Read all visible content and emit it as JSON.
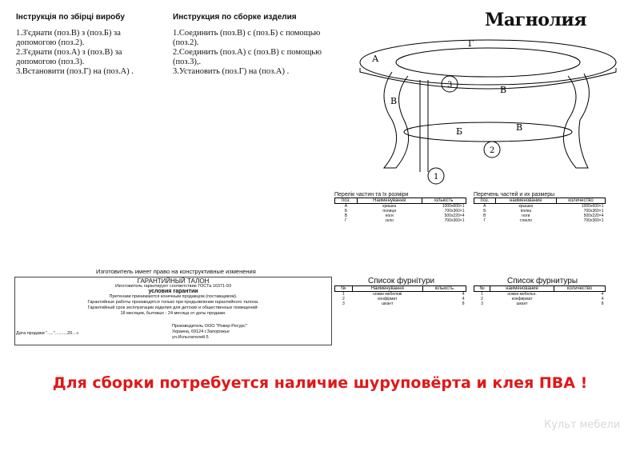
{
  "ua": {
    "heading": "Інструкція по збірці виробу",
    "steps": [
      "1.З'єднати (поз.В) з (поз.Б) за допомогою (поз.2).",
      "2.З'єднати (поз.А) з (поз.В) за допомогою (поз.3).",
      "3.Встановити (поз.Г) на (поз.А) ."
    ]
  },
  "ru": {
    "heading": "Инструкция по сборке изделия",
    "steps": [
      "1.Соединить (поз.В) с (поз.Б) с помощью (поз.2).",
      "2.Соединить (поз.А) с (поз.В) с помощью (поз.3),.",
      "3.Установить (поз.Г) на (поз.А) ."
    ]
  },
  "product_title": "Магнолия",
  "diagram_labels": {
    "a": "А",
    "g": "Г",
    "b": "Б",
    "v1": "В",
    "v2": "В",
    "v3": "В",
    "n1": "1",
    "n2": "2",
    "n3": "3"
  },
  "parts_ua": {
    "caption": "Перелік частин та їх розміри",
    "headers": [
      "поз.",
      "Найменування",
      "кількість"
    ],
    "rows": [
      [
        "А",
        "кришка",
        "1000x600×1"
      ],
      [
        "Б",
        "полиця",
        "700x360×1"
      ],
      [
        "В",
        "ноги",
        "500x220×4"
      ],
      [
        "Г",
        "скло",
        "700x360×1"
      ]
    ]
  },
  "parts_ru": {
    "caption": "Перечень частей и их размеры",
    "headers": [
      "поз.",
      "наименование",
      "количество"
    ],
    "rows": [
      [
        "А",
        "крышка",
        "1000x600×1"
      ],
      [
        "Б",
        "полка",
        "700x360×1"
      ],
      [
        "В",
        "ноги",
        "500x220×4"
      ],
      [
        "Г",
        "стекло",
        "700x360×1"
      ]
    ]
  },
  "fit_ua": {
    "caption": "Список фурнітури",
    "headers": [
      "№",
      "Найменування",
      "кількість"
    ],
    "rows": [
      [
        "1",
        "ножки мебелеві",
        "4"
      ],
      [
        "2",
        "конфірмат",
        "4"
      ],
      [
        "3",
        "шкант",
        "8"
      ]
    ]
  },
  "fit_ru": {
    "caption": "Список фурнитуры",
    "headers": [
      "№",
      "наименование",
      "количество"
    ],
    "rows": [
      [
        "1",
        "ножки мебельн.",
        "4"
      ],
      [
        "2",
        "конфирмат",
        "4"
      ],
      [
        "3",
        "шкант",
        "8"
      ]
    ]
  },
  "warranty": {
    "notice": "Изготовитель имеет право на конструктивные изменения",
    "title": "ГАРАНТИЙНЫЙ ТАЛОН",
    "gost": "Изготовитель гарантирует соответствие ГОСТа 16371-93",
    "cond_title": "условия гарантии",
    "lines": [
      "Претензии принимаются конечным продавцом (поставщиком).",
      "Гарантийные работы производятся только при предъявлении гарантийного талона.",
      "Гарантийный срок эксплуатации изделия для детских и общественных помещений-",
      "18 месяцев, бытовых - 24 месяца от даты продажи."
    ],
    "sale_date": "Дата продажи \".....\"..........20....г.",
    "maker": [
      "Производитель ООО \"Ровер-Ресурс\"",
      "Украина, 69124 г.Запорожье",
      "ул.Испытателей 5"
    ]
  },
  "bottom_note": "Для сборки потребуется наличие шуруповёрта и клея ПВА !",
  "watermark": "Культ мебели"
}
